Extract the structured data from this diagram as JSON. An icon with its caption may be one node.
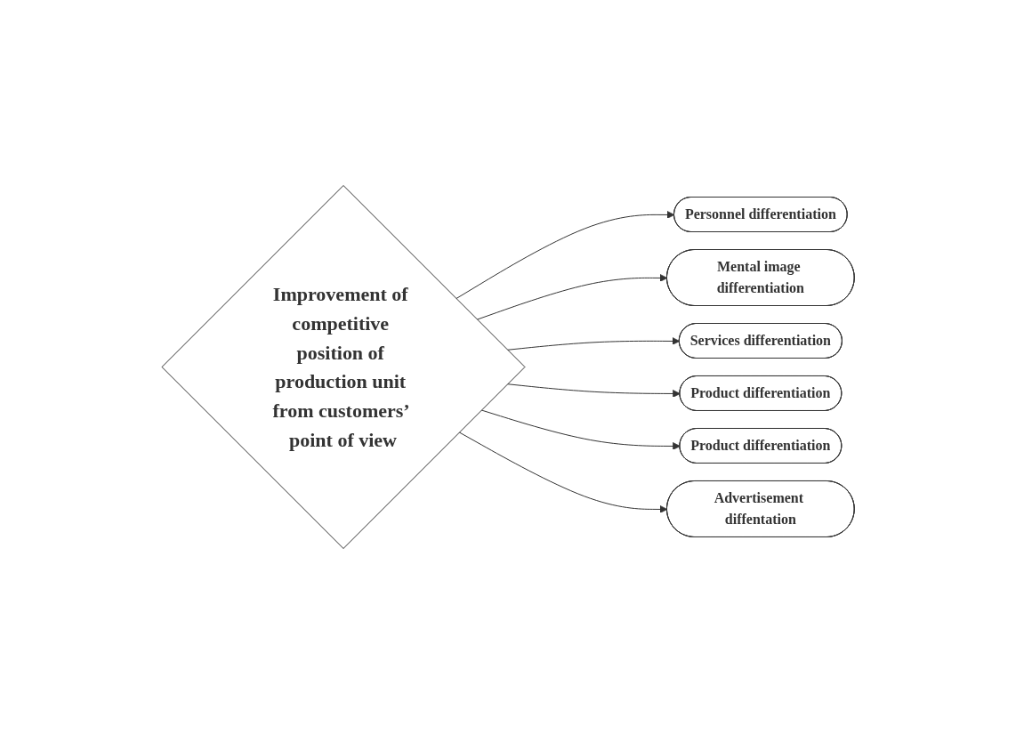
{
  "diagram": {
    "nodes": [
      {
        "text": [
          "Improvement of competitive position of production unit from customers’ point of view"
        ]
      },
      {
        "text": [
          "Personnel differentiation"
        ]
      },
      {
        "text": [
          "Mental image differentiation"
        ]
      },
      {
        "text": [
          "Services differentiation"
        ]
      },
      {
        "text": [
          "Product differentiation"
        ]
      },
      {
        "text": [
          "Product differentiation"
        ]
      },
      {
        "text": [
          "Advertisement diffentation"
        ]
      }
    ],
    "edges": [
      {
        "from": 0,
        "to": 1,
        "arrow": "to"
      },
      {
        "from": 0,
        "to": 2,
        "arrow": "to"
      },
      {
        "from": 0,
        "to": 3,
        "arrow": "to"
      },
      {
        "from": 0,
        "to": 4,
        "arrow": "to"
      },
      {
        "from": 0,
        "to": 5,
        "arrow": "to"
      },
      {
        "from": 0,
        "to": 6,
        "arrow": "to"
      }
    ]
  }
}
